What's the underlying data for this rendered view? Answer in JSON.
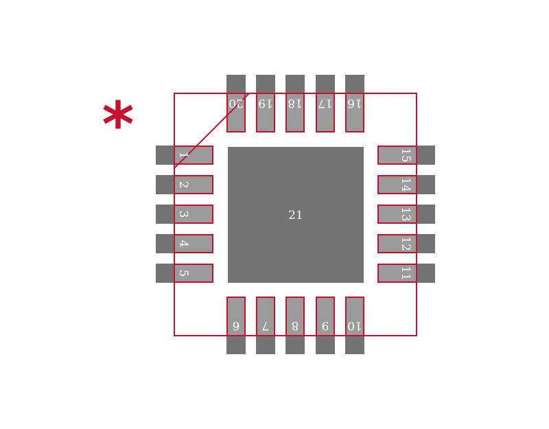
{
  "footprint": {
    "pin_one_marker": "*",
    "center_pad_label": "21",
    "colors": {
      "copper": "#737373",
      "pad_inner": "#9b9b9b",
      "outline": "#c8102e",
      "text": "#ffffff",
      "background": "#ffffff"
    },
    "left_pins": [
      "1",
      "2",
      "3",
      "4",
      "5"
    ],
    "bottom_pins": [
      "6",
      "7",
      "8",
      "9",
      "10"
    ],
    "right_pins": [
      "11",
      "12",
      "13",
      "14",
      "15"
    ],
    "top_pins": [
      "16",
      "17",
      "18",
      "19",
      "20"
    ]
  }
}
